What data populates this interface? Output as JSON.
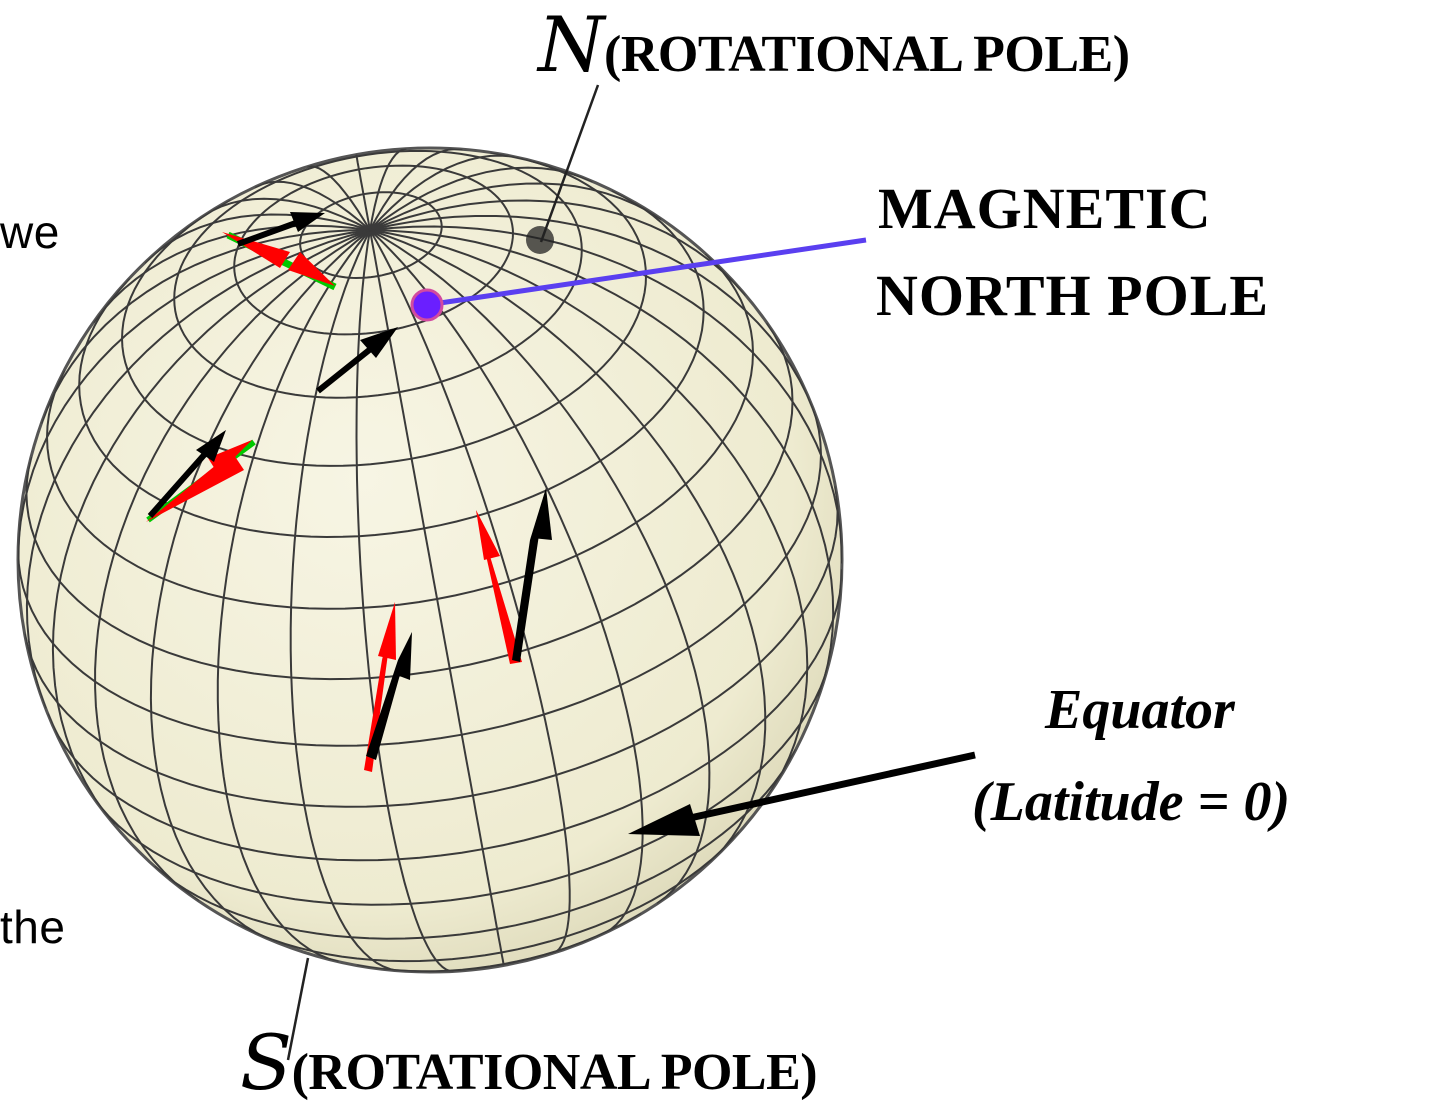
{
  "labels": {
    "north_letter": "N",
    "north_text": "(ROTATIONAL POLE)",
    "south_letter": "S",
    "south_text": "(ROTATIONAL POLE)",
    "magnetic_line1": "MAGNETIC",
    "magnetic_line2": "NORTH POLE",
    "equator_line1": "Equator",
    "equator_line2": "(Latitude = 0)",
    "side_word_top": "we",
    "side_word_bottom": "the"
  },
  "colors": {
    "globe_fill": "#f3f0d8",
    "grid_line": "#3a3a3a",
    "magnetic_pole_dot": "#6a1fff",
    "magnetic_pointer": "#5a3ff0",
    "compass_red": "#ff0000",
    "compass_green": "#00c800",
    "true_north_arrow": "#000000"
  }
}
